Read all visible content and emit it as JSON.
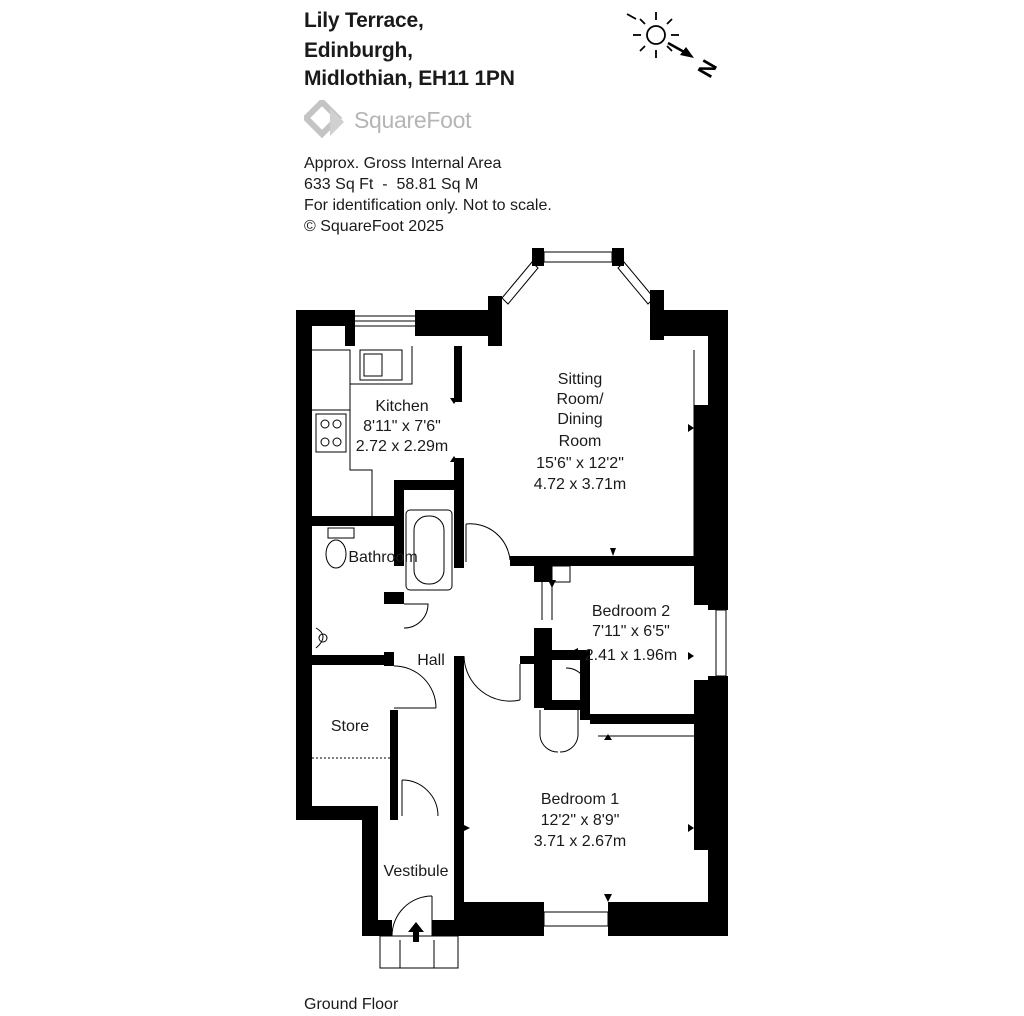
{
  "address": {
    "line1": "Lily Terrace,",
    "line2": "Edinburgh,",
    "line3": "Midlothian, EH11 1PN"
  },
  "logo": {
    "text": "SquareFoot",
    "icon": "squarefoot-logo-icon"
  },
  "info": {
    "line1": "Approx. Gross Internal Area",
    "line2": "633 Sq Ft  -  58.81 Sq M",
    "line3": "For identification only. Not to scale.",
    "line4": "© SquareFoot 2025"
  },
  "compass": {
    "north_label": "N",
    "icon": "sun-compass-icon"
  },
  "rooms": {
    "kitchen": {
      "name": "Kitchen",
      "imperial": "8'11\" x 7'6\"",
      "metric": "2.72 x 2.29m"
    },
    "sitting": {
      "name1": "Sitting",
      "name2": "Room/",
      "name3": "Dining",
      "name4": "Room",
      "imperial": "15'6\" x 12'2\"",
      "metric": "4.72 x 3.71m"
    },
    "bathroom": {
      "name": "Bathroom"
    },
    "bedroom2": {
      "name": "Bedroom 2",
      "imperial": "7'11\" x 6'5\"",
      "metric": "2.41 x 1.96m"
    },
    "hall": {
      "name": "Hall"
    },
    "store": {
      "name": "Store"
    },
    "bedroom1": {
      "name": "Bedroom 1",
      "imperial": "12'2\" x 8'9\"",
      "metric": "3.71 x 2.67m"
    },
    "vestibule": {
      "name": "Vestibule"
    }
  },
  "floor_label": "Ground Floor",
  "colors": {
    "wall": "#000000",
    "logo": "#b5b5b5",
    "text": "#1a1a1a"
  }
}
